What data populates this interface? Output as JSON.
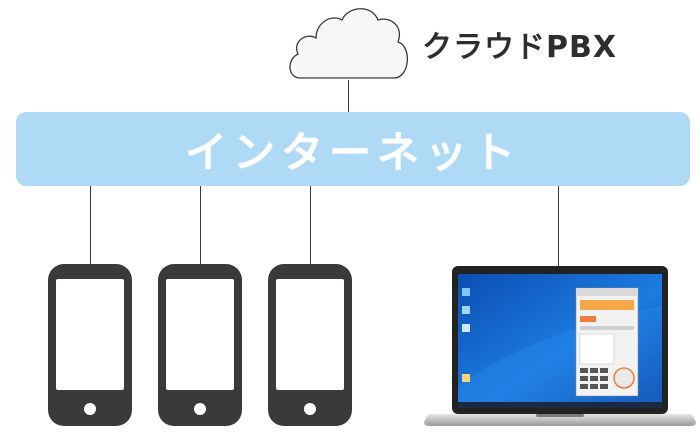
{
  "cloud": {
    "label": "クラウドPBX",
    "icon": "cloud-icon"
  },
  "internet": {
    "label": "インターネット",
    "color": "#aedaf5"
  },
  "devices": [
    {
      "type": "smartphone",
      "icon": "smartphone-icon"
    },
    {
      "type": "smartphone",
      "icon": "smartphone-icon"
    },
    {
      "type": "smartphone",
      "icon": "smartphone-icon"
    },
    {
      "type": "laptop",
      "icon": "laptop-icon"
    }
  ],
  "colors": {
    "connector": "#3a3a3a",
    "device": "#3a3a3a",
    "desktop": "#1d6fd6"
  }
}
